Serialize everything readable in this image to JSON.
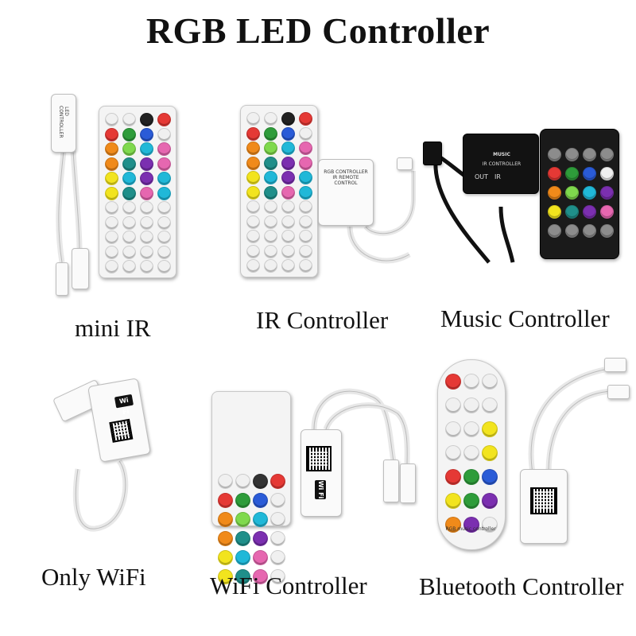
{
  "title": "RGB LED Controller",
  "captions": {
    "mini_ir": "mini IR",
    "ir_controller": "IR Controller",
    "music_controller": "Music Controller",
    "only_wifi": "Only WiFi",
    "wifi_controller": "WiFi Controller",
    "bluetooth_controller": "Bluetooth Controller"
  },
  "device_labels": {
    "mini_ir_box": "LED CONTROLLER",
    "ir_box": "RGB CONTROLLER IR REMOTE CONTROL",
    "music_box": "IR CONTROLLER",
    "music_out": "OUT",
    "music_ir": "IR",
    "music_logo": "MUSIC",
    "wifi_logo": "Wi Fi",
    "bt_remote_label": "RGB music controller"
  },
  "colors": {
    "red": "#e53935",
    "green": "#2e9c3a",
    "blue": "#2a5bd7",
    "white": "#f0f0f0",
    "orange": "#f08a1a",
    "yellow": "#f2e41e",
    "cyan": "#20b8d8",
    "purple": "#7b2fb0",
    "pink": "#e667b0",
    "light_green": "#7fd94d",
    "teal": "#1f8f8a",
    "grey": "#8c8c8c"
  }
}
